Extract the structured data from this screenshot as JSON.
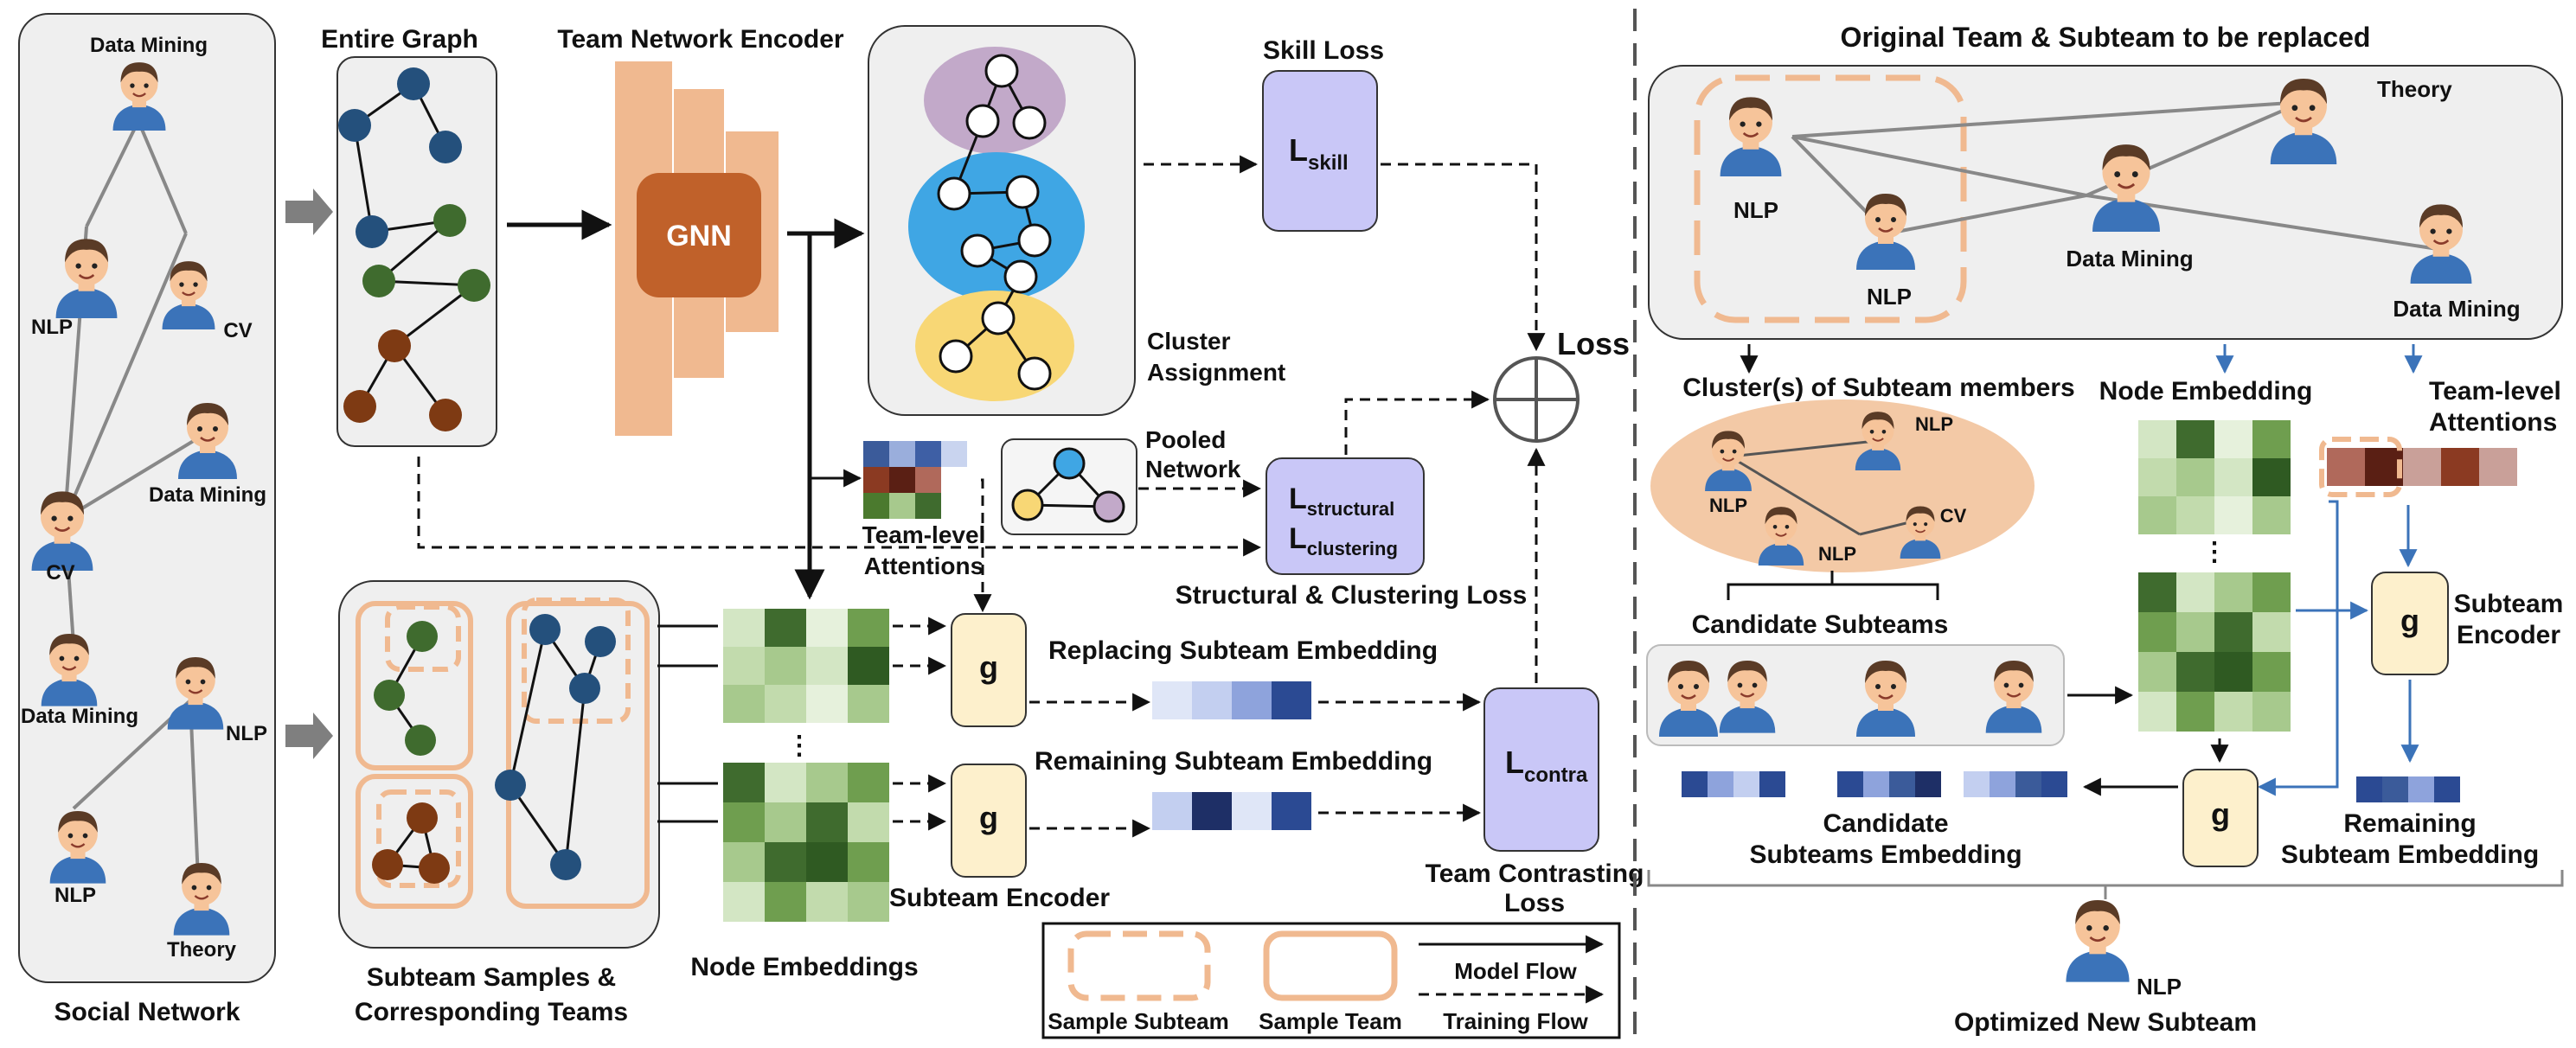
{
  "social_network": {
    "title": "Social Network",
    "members": [
      "Data Mining",
      "NLP",
      "CV",
      "Data Mining",
      "CV",
      "Data Mining",
      "NLP",
      "NLP",
      "Theory"
    ]
  },
  "entire_graph": {
    "title": "Entire Graph"
  },
  "encoder": {
    "title": "Team Network Encoder",
    "gnn_label": "GNN"
  },
  "cluster": {
    "label_line1": "Cluster",
    "label_line2": "Assignment"
  },
  "skill_loss": {
    "title": "Skill Loss",
    "symbol": "L",
    "subscript": "skill"
  },
  "loss": {
    "label": "Loss"
  },
  "pooled_network": {
    "line1": "Pooled",
    "line2": "Network"
  },
  "attentions": {
    "line1": "Team-level",
    "line2": "Attentions"
  },
  "structural_loss": {
    "symbol": "L",
    "sub1": "structural",
    "sub2": "clustering",
    "caption": "Structural & Clustering Loss"
  },
  "subteam_samples": {
    "line1": "Subteam Samples &",
    "line2": "Corresponding Teams"
  },
  "node_embeddings": {
    "label": "Node Embeddings",
    "dots": "⋮"
  },
  "encoder_g": {
    "label": "g",
    "caption": "Subteam Encoder"
  },
  "replacing_embedding": {
    "label": "Replacing Subteam Embedding"
  },
  "remaining_embedding": {
    "label": "Remaining Subteam Embedding"
  },
  "contra_loss": {
    "symbol": "L",
    "subscript": "contra",
    "line1": "Team Contrasting",
    "line2": "Loss"
  },
  "legend": {
    "sample_subteam": "Sample Subteam",
    "sample_team": "Sample Team",
    "model_flow": "Model Flow",
    "training_flow": "Training Flow"
  },
  "right_panel": {
    "title": "Original Team & Subteam to be replaced",
    "team_members": [
      "NLP",
      "NLP",
      "Data Mining",
      "Theory",
      "Data Mining"
    ],
    "cluster_title": "Cluster(s) of Subteam members",
    "cluster_members": [
      "NLP",
      "NLP",
      "NLP",
      "CV"
    ],
    "candidate_title": "Candidate Subteams",
    "node_embedding": "Node Embedding",
    "attentions_line1": "Team-level",
    "attentions_line2": "Attentions",
    "encoder_g": "g",
    "encoder_line1": "Subteam",
    "encoder_line2": "Encoder",
    "remaining_line1": "Remaining",
    "remaining_line2": "Subteam Embedding",
    "candidate_emb_line1": "Candidate",
    "candidate_emb_line2": "Subteams Embedding",
    "bottom_g": "g",
    "optimized_member": "NLP",
    "optimized_title": "Optimized New Subteam"
  },
  "colors": {
    "orange": "#f0b990",
    "gnn": "#c0612a",
    "purple_box": "#c9c7f7",
    "cream": "#fdf0cc",
    "node_blue": "#24507c",
    "node_green": "#3f6b2e",
    "node_brown": "#7e3a13",
    "cluster_purple": "#c2a9c9",
    "cluster_blue": "#3fa6e4",
    "cluster_yellow": "#f8d775",
    "panel_gray": "#efefef"
  }
}
